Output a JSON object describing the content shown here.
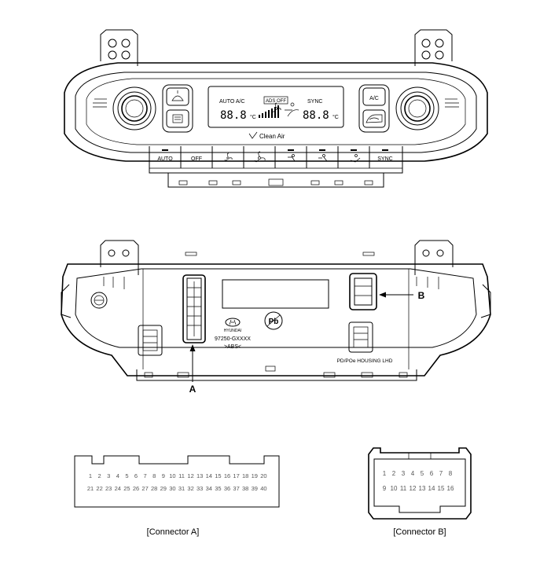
{
  "front_panel": {
    "display": {
      "auto_ac": "AUTO A/C",
      "ads_off": "ADS OFF",
      "sync": "SYNC",
      "temp_unit_left": "°C",
      "temp_unit_right": "°C"
    },
    "clean_air": "Clean Air",
    "left_dial_buttons": [
      "front-defrost",
      "rear-defrost"
    ],
    "right_dial_buttons": [
      "A/C",
      "recirculation"
    ],
    "buttons": [
      "AUTO",
      "OFF",
      "fan-down",
      "fan-up",
      "vent-face",
      "vent-bilevel",
      "vent-floor",
      "SYNC"
    ]
  },
  "rear_panel": {
    "brand": "HYUNDAI",
    "part_number": "97250-GXXXX",
    "material": ">ABS<",
    "pb_mark": "Pb",
    "housing_text": "PD/POe HOUSING LHD",
    "callout_a": "A",
    "callout_b": "B"
  },
  "connector_a": {
    "caption": "[Connector A]",
    "row1": [
      "1",
      "2",
      "3",
      "4",
      "5",
      "6",
      "7",
      "8",
      "9",
      "10",
      "11",
      "12",
      "13",
      "14",
      "15",
      "16",
      "17",
      "18",
      "19",
      "20"
    ],
    "row2": [
      "21",
      "22",
      "23",
      "24",
      "25",
      "26",
      "27",
      "28",
      "29",
      "30",
      "31",
      "32",
      "33",
      "34",
      "35",
      "36",
      "37",
      "38",
      "39",
      "40"
    ]
  },
  "connector_b": {
    "caption": "[Connector B]",
    "row1": [
      "1",
      "2",
      "3",
      "4",
      "5",
      "6",
      "7",
      "8"
    ],
    "row2": [
      "9",
      "10",
      "11",
      "12",
      "13",
      "14",
      "15",
      "16"
    ]
  }
}
